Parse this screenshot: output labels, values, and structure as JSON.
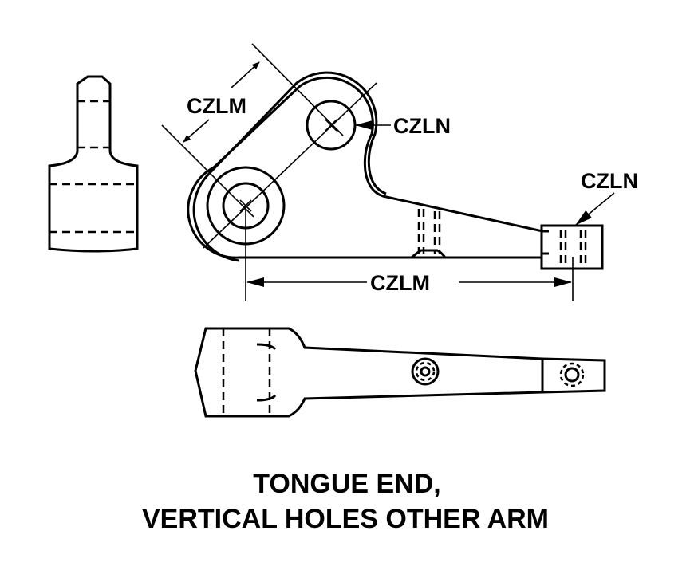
{
  "labels": {
    "dim_diagonal": "CZLM",
    "hole_small": "CZLN",
    "hole_boss": "CZLN",
    "dim_horizontal": "CZLM"
  },
  "caption": {
    "line1": "TONGUE END,",
    "line2": "VERTICAL HOLES OTHER ARM"
  }
}
